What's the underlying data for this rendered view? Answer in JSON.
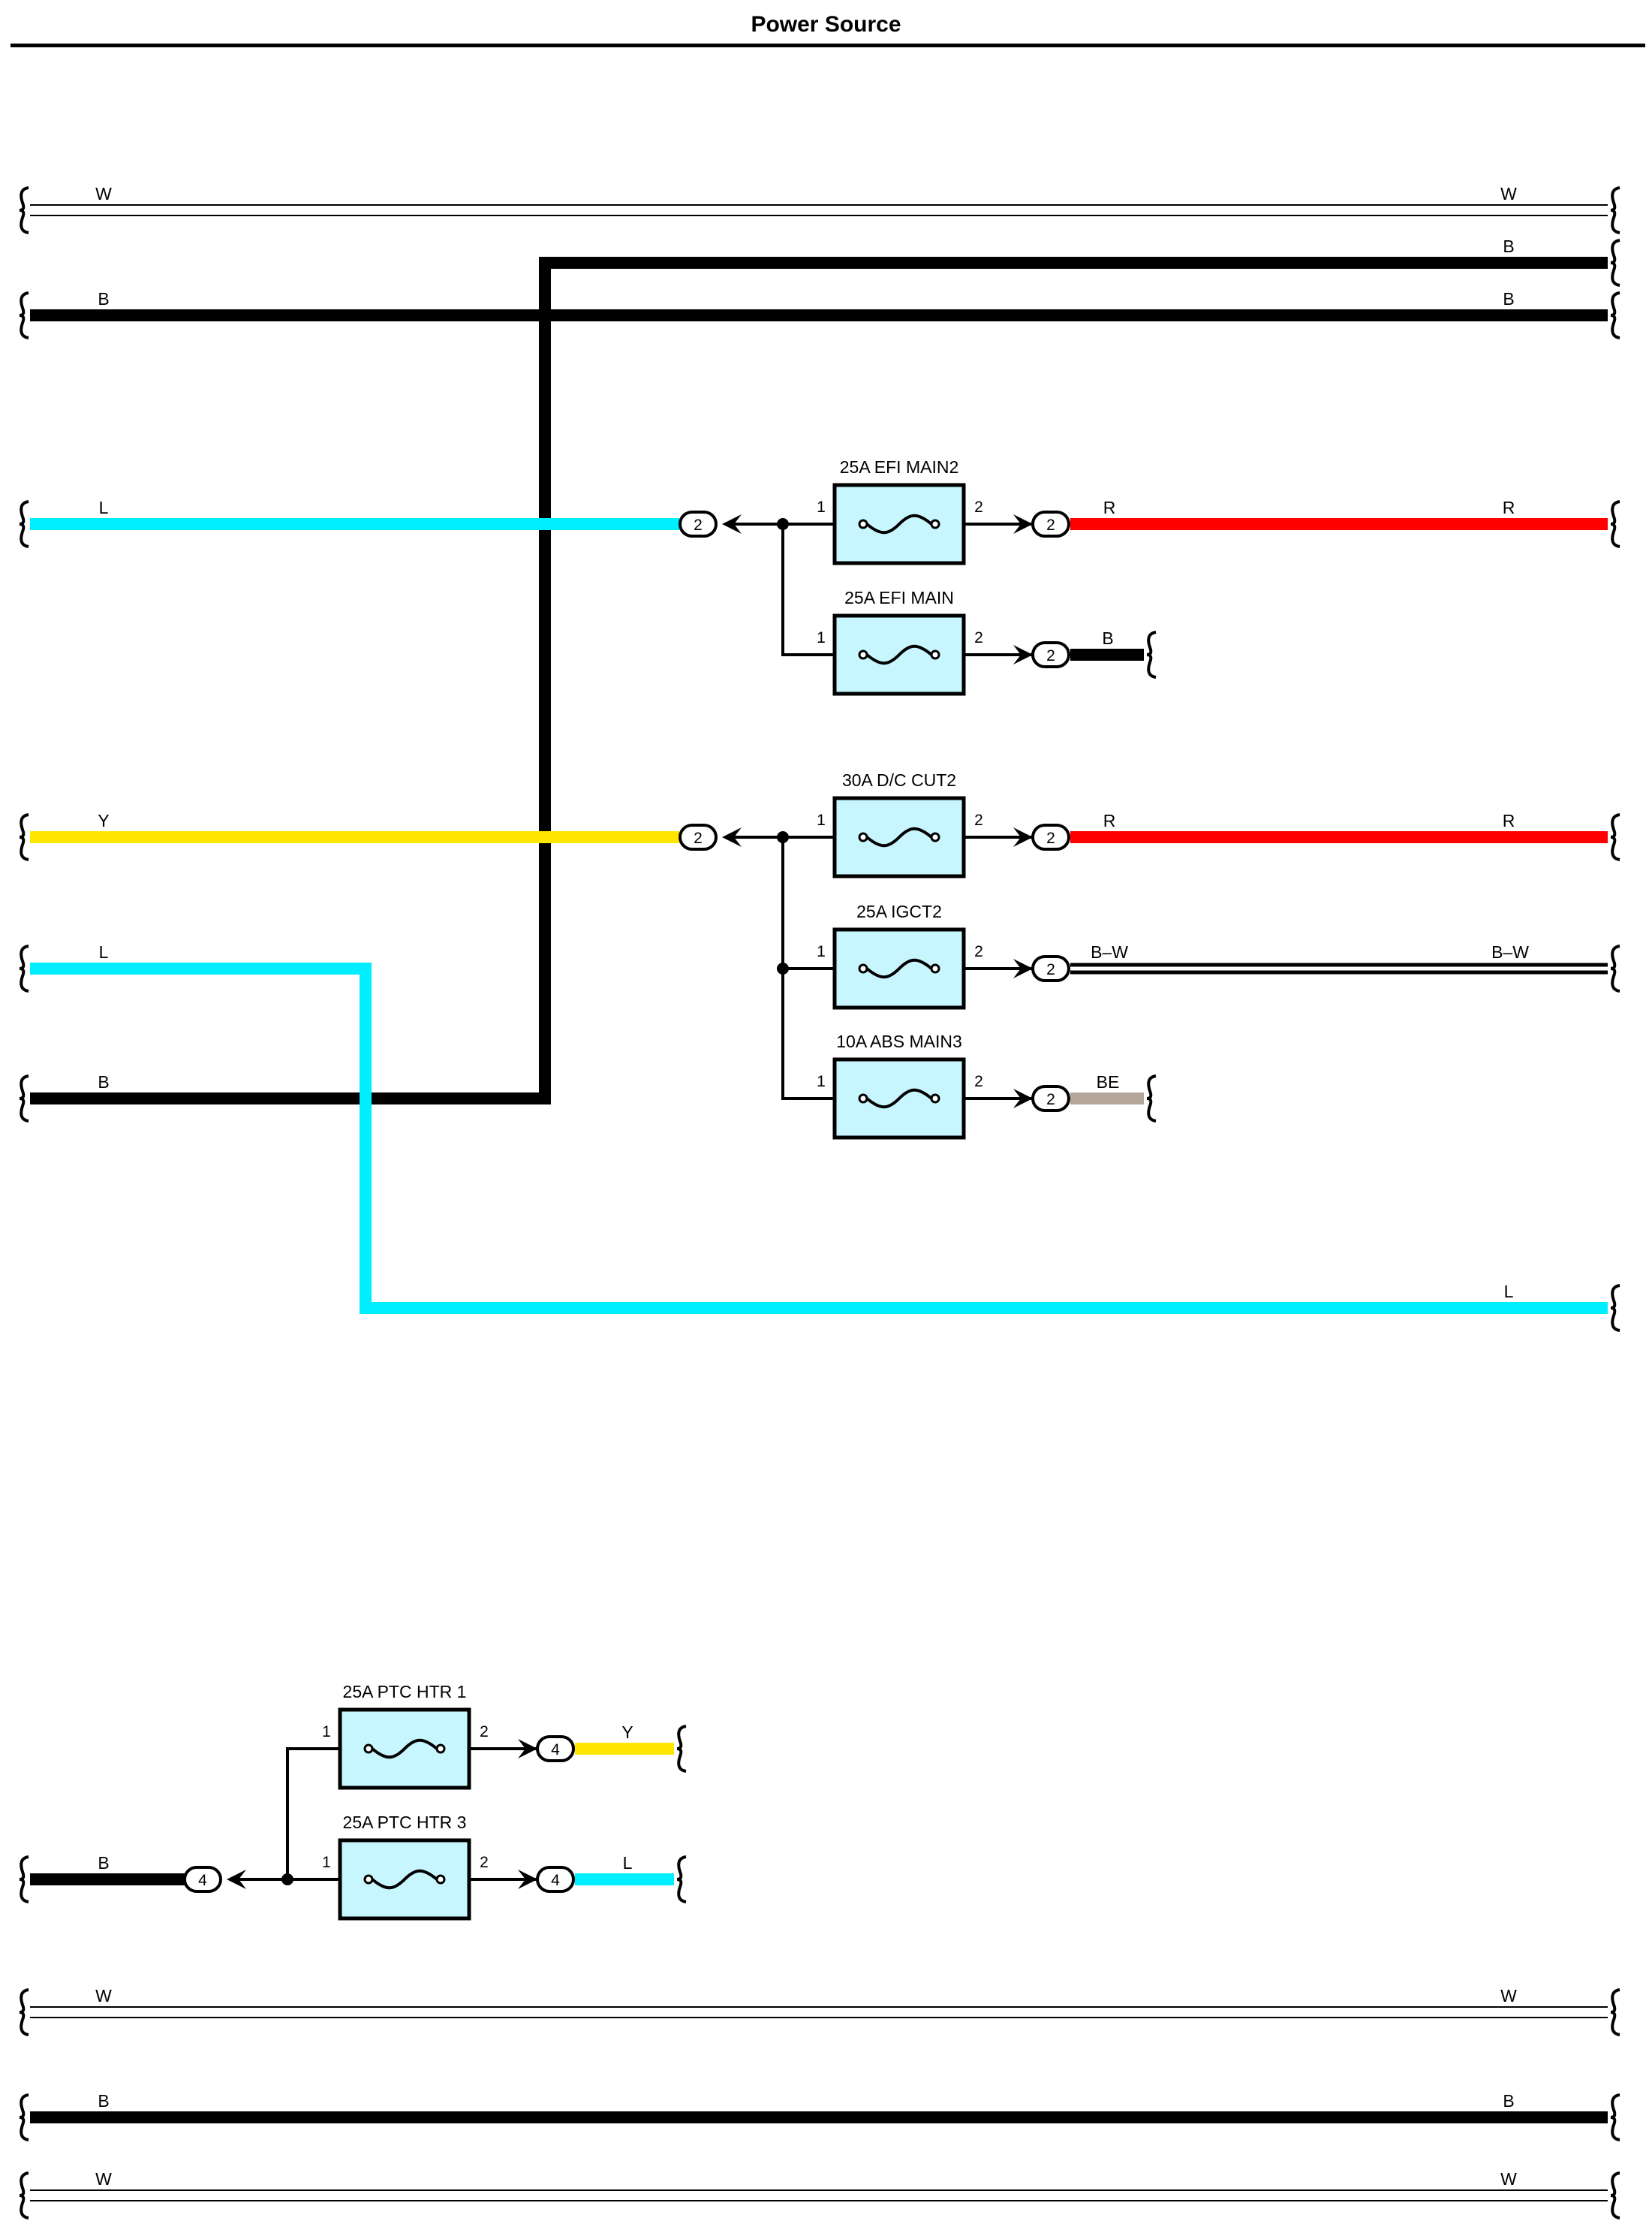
{
  "title": "Power Source",
  "colors": {
    "W": "#ffffff",
    "B": "#000000",
    "L": "#00eeff",
    "Y": "#ffe600",
    "R": "#ff0000",
    "BE": "#b4a698",
    "fuse_fill": "#c8f6ff"
  },
  "wires": {
    "w_top": {
      "left": "W",
      "right": "W"
    },
    "b_top": {
      "right": "B"
    },
    "b_second": {
      "left": "B",
      "right": "B"
    },
    "l_efi": {
      "left": "L"
    },
    "r_efi_main2": {
      "left": "R",
      "right": "R"
    },
    "b_efi_main": {
      "label": "B"
    },
    "y_dc": {
      "left": "Y"
    },
    "r_dc_cut2": {
      "left": "R",
      "right": "R"
    },
    "l_mid": {
      "left": "L"
    },
    "bw_igct2": {
      "left": "B–W",
      "right": "B–W"
    },
    "b_mid": {
      "left": "B"
    },
    "be_abs": {
      "label": "BE"
    },
    "l_low": {
      "right": "L"
    },
    "y_ptc1": {
      "label": "Y"
    },
    "b_ptc": {
      "left": "B"
    },
    "l_ptc3": {
      "label": "L"
    },
    "w_bot1": {
      "left": "W",
      "right": "W"
    },
    "b_bot": {
      "left": "B",
      "right": "B"
    },
    "w_bot2": {
      "left": "W",
      "right": "W"
    }
  },
  "fuses": {
    "efi_main2": {
      "name": "25A EFI MAIN2",
      "pin_in": "1",
      "pin_out": "2"
    },
    "efi_main": {
      "name": "25A EFI MAIN",
      "pin_in": "1",
      "pin_out": "2"
    },
    "dc_cut2": {
      "name": "30A D/C CUT2",
      "pin_in": "1",
      "pin_out": "2"
    },
    "igct2": {
      "name": "25A IGCT2",
      "pin_in": "1",
      "pin_out": "2"
    },
    "abs_main3": {
      "name": "10A ABS MAIN3",
      "pin_in": "1",
      "pin_out": "2"
    },
    "ptc_htr1": {
      "name": "25A PTC HTR 1",
      "pin_in": "1",
      "pin_out": "2"
    },
    "ptc_htr3": {
      "name": "25A PTC HTR 3",
      "pin_in": "1",
      "pin_out": "2"
    }
  },
  "connectors": {
    "c_l_in": "2",
    "c_efi_main2_out": "2",
    "c_efi_main_out": "2",
    "c_y_in": "2",
    "c_dc_cut2_out": "2",
    "c_igct2_out": "2",
    "c_abs_main3_out": "2",
    "c_ptc_in": "4",
    "c_ptc1_out": "4",
    "c_ptc3_out": "4"
  }
}
